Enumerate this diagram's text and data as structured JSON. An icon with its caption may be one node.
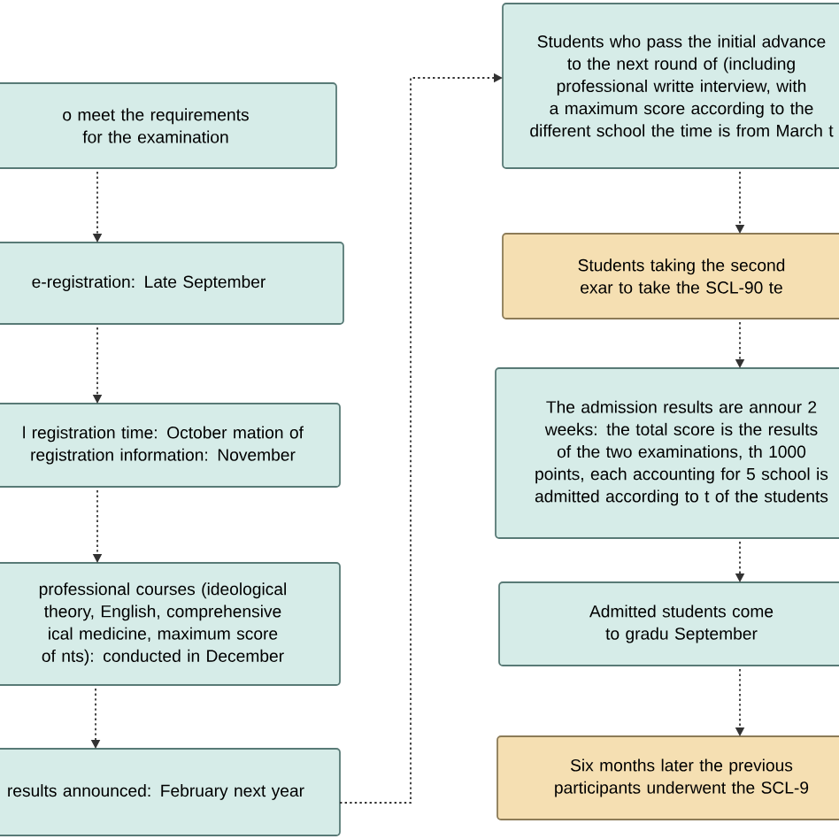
{
  "diagram": {
    "nodes": [
      {
        "text": [
          "o meet the requirements for the examination"
        ]
      },
      {
        "text": [
          "e-registration: Late September"
        ]
      },
      {
        "text": [
          "l registration time: October mation of registration information: November"
        ]
      },
      {
        "text": [
          "professional courses (ideological theory, English, comprehensive ical medicine, maximum score of nts): conducted in December"
        ]
      },
      {
        "text": [
          "results announced: February next year"
        ]
      },
      {
        "text": [
          "Students who pass the initial advance to the next round of (including professional writte interview, with a maximum score according to the different school the time is from March t"
        ]
      },
      {
        "text": [
          "Students taking the second exar to take the SCL-90 te"
        ]
      },
      {
        "text": [
          "The admission results are annour 2 weeks: the total score is the results of the two examinations, th 1000 points, each accounting for 5 school is admitted according to t of the students"
        ]
      },
      {
        "text": [
          "Admitted students come to gradu September"
        ]
      },
      {
        "text": [
          "Six months later the previous participants underwent the SCL-9"
        ]
      }
    ],
    "edges": [
      {
        "from": 0,
        "to": 1,
        "arrow": "to"
      },
      {
        "from": 1,
        "to": 2,
        "arrow": "to"
      },
      {
        "from": 2,
        "to": 3,
        "arrow": "to"
      },
      {
        "from": 3,
        "to": 4,
        "arrow": "to"
      },
      {
        "from": 4,
        "to": 5,
        "arrow": "to"
      },
      {
        "from": 5,
        "to": 6,
        "arrow": "to"
      },
      {
        "from": 6,
        "to": 7,
        "arrow": "to"
      },
      {
        "from": 7,
        "to": 8,
        "arrow": "to"
      },
      {
        "from": 8,
        "to": 9,
        "arrow": "to"
      }
    ]
  }
}
